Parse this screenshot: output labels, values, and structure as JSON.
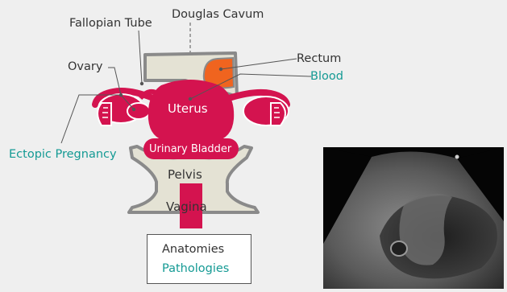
{
  "labels": {
    "douglas_cavum": "Douglas Cavum",
    "fallopian_tube": "Fallopian Tube",
    "rectum": "Rectum",
    "blood": "Blood",
    "ovary": "Ovary",
    "uterus": "Uterus",
    "ectopic_pregnancy": "Ectopic Pregnancy",
    "urinary_bladder": "Urinary Bladder",
    "pelvis": "Pelvis",
    "vagina": "Vagina"
  },
  "legend": {
    "anatomies": "Anatomies",
    "pathologies": "Pathologies"
  },
  "colors": {
    "background": "#efefef",
    "organ": "#d4134f",
    "bone": "#e4e2d4",
    "bone_outline": "#8a8a8a",
    "blood_fill": "#f0641f",
    "pathology_text": "#149a94",
    "anatomy_text": "#333333"
  }
}
